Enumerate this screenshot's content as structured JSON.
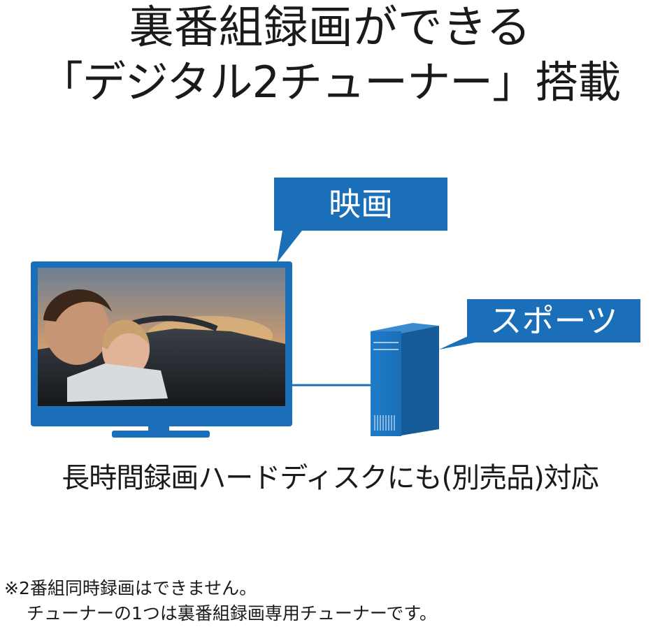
{
  "title": {
    "line1": "裏番組録画ができる",
    "line2": "「デジタル2チューナー」搭載"
  },
  "callouts": {
    "movie": "映画",
    "sports": "スポーツ"
  },
  "caption": "長時間録画ハードディスクにも(別売品)対応",
  "notes": {
    "line1": "※2番組同時録画はできません。",
    "line2": "チューナーの1つは裏番組録画専用チューナーです。"
  },
  "icons": {
    "tv": "tv-icon",
    "hdd": "hard-disk-icon"
  },
  "colors": {
    "accent": "#1a6fb8",
    "accent_dark": "#155c99",
    "text": "#1a1a1a",
    "background": "#ffffff"
  }
}
